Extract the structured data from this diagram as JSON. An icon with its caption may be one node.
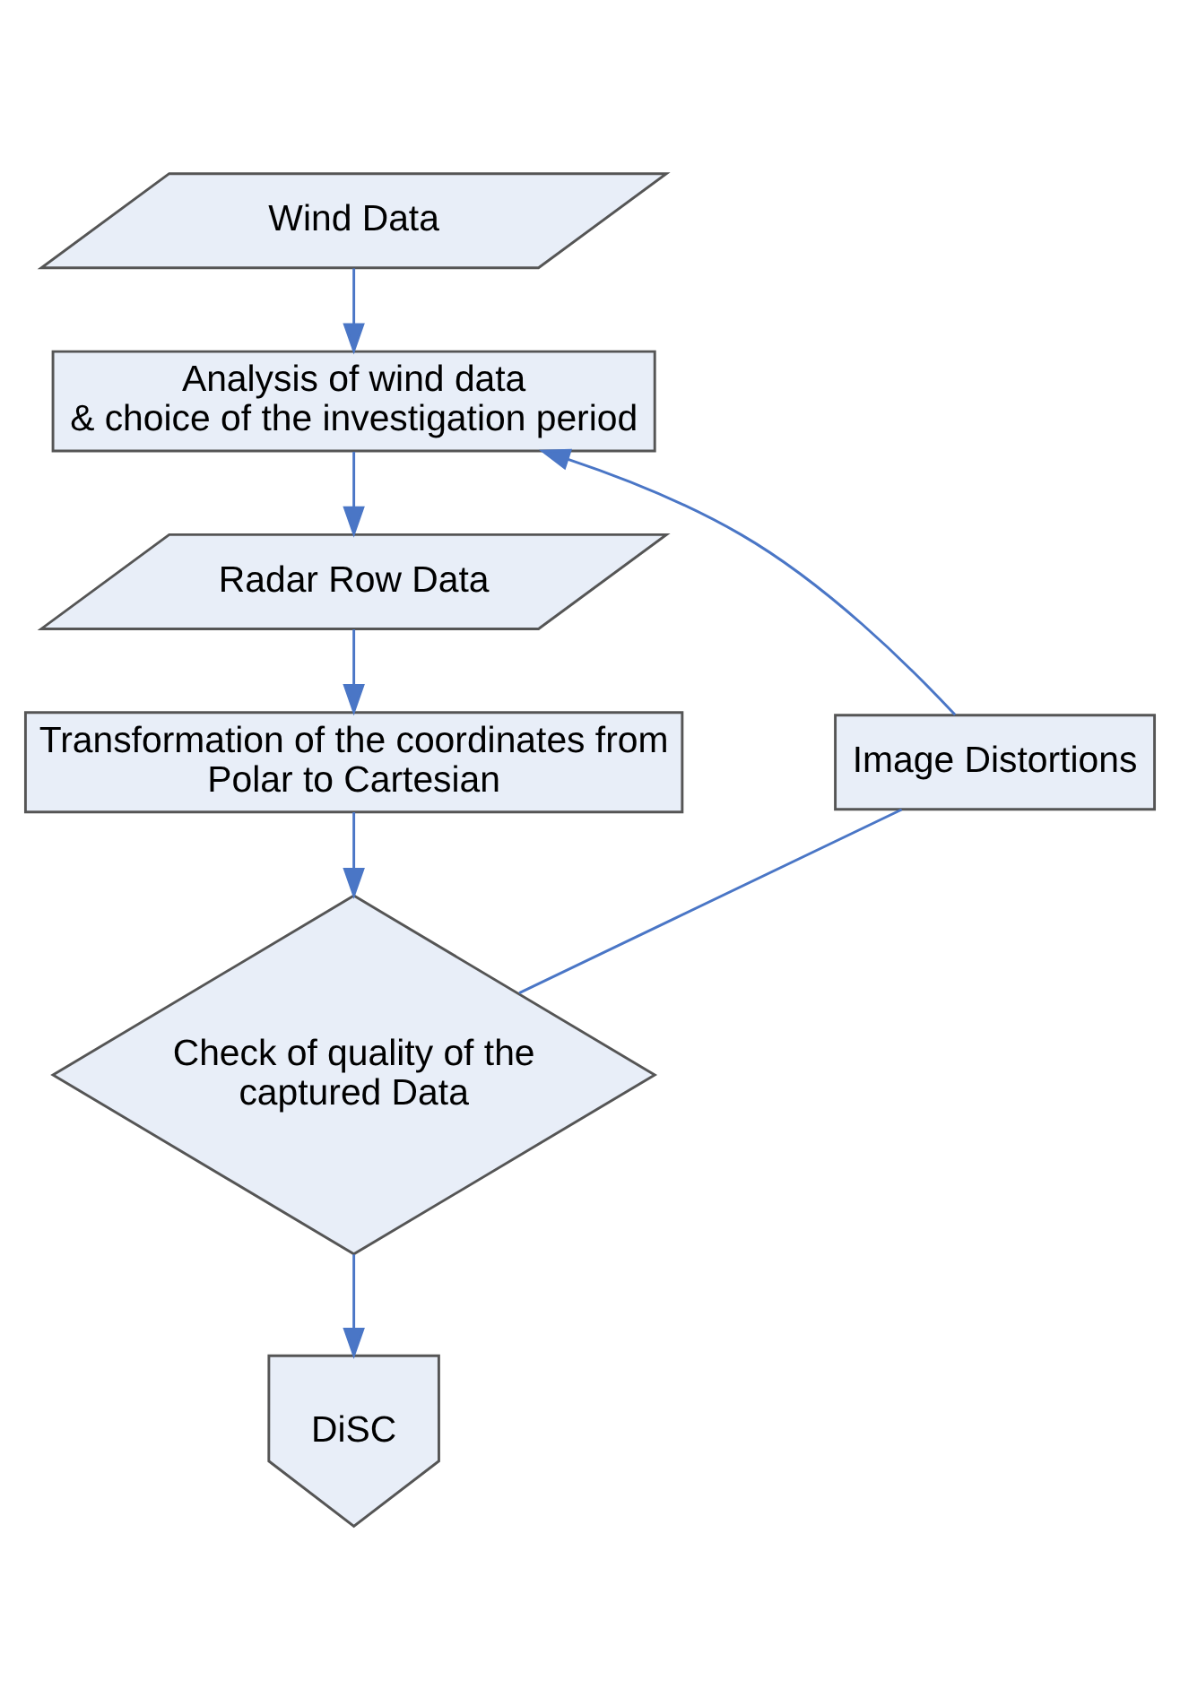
{
  "diagram": {
    "nodes": [
      {
        "text": [
          "Wind Data"
        ]
      },
      {
        "text": [
          "Analysis of wind data & choice of the investigation period"
        ]
      },
      {
        "text": [
          "Radar Row Data"
        ]
      },
      {
        "text": [
          "Transformation of the coordinates from Polar to Cartesian"
        ]
      },
      {
        "text": [
          "Check of quality of the captured Data"
        ]
      },
      {
        "text": [
          "Image Distortions"
        ]
      },
      {
        "text": [
          "DiSC"
        ]
      }
    ],
    "edges": [
      {
        "from": 0,
        "to": 1,
        "arrow": "to"
      },
      {
        "from": 1,
        "to": 2,
        "arrow": "to"
      },
      {
        "from": 2,
        "to": 3,
        "arrow": "to"
      },
      {
        "from": 3,
        "to": 4,
        "arrow": "to"
      },
      {
        "from": 4,
        "to": 5,
        "arrow": "none"
      },
      {
        "from": 5,
        "to": 1,
        "arrow": "to"
      },
      {
        "from": 4,
        "to": 6,
        "arrow": "to"
      }
    ]
  }
}
